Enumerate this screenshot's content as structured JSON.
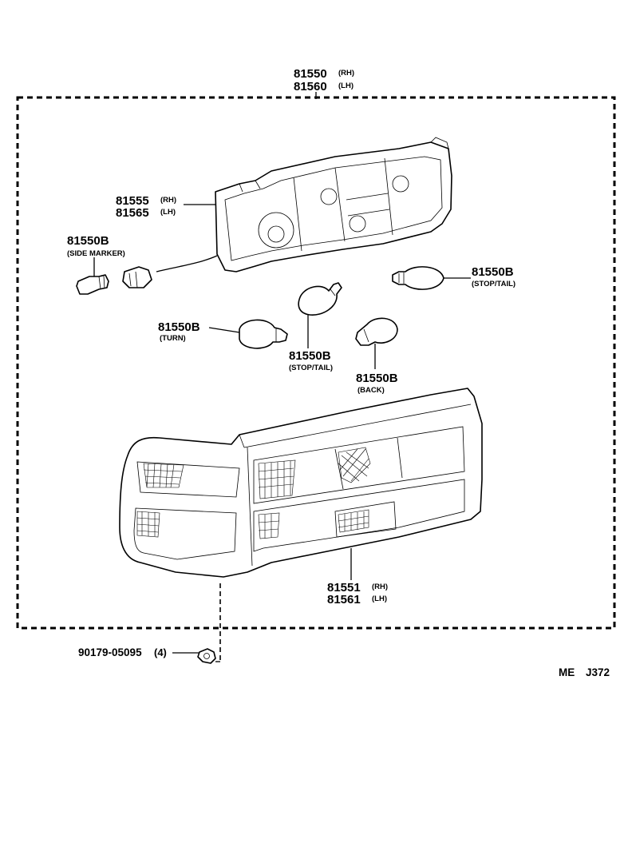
{
  "assembly": {
    "part_rh": "81550",
    "suffix_rh": "(RH)",
    "part_lh": "81560",
    "suffix_lh": "(LH)"
  },
  "socket_housing": {
    "part_rh": "81555",
    "suffix_rh": "(RH)",
    "part_lh": "81565",
    "suffix_lh": "(LH)"
  },
  "bulb_side_marker": {
    "part": "81550B",
    "note": "(SIDE MARKER)"
  },
  "bulb_stop_tail_right": {
    "part": "81550B",
    "note": "(STOP/TAIL)"
  },
  "bulb_turn": {
    "part": "81550B",
    "note": "(TURN)"
  },
  "bulb_stop_tail_center": {
    "part": "81550B",
    "note": "(STOP/TAIL)"
  },
  "bulb_back": {
    "part": "81550B",
    "note": "(BACK)"
  },
  "lens": {
    "part_rh": "81551",
    "suffix_rh": "(RH)",
    "part_lh": "81561",
    "suffix_lh": "(LH)"
  },
  "screw": {
    "part": "90179-05095",
    "qty": "(4)"
  },
  "diagram_code": {
    "prefix": "ME",
    "code": "J372"
  }
}
